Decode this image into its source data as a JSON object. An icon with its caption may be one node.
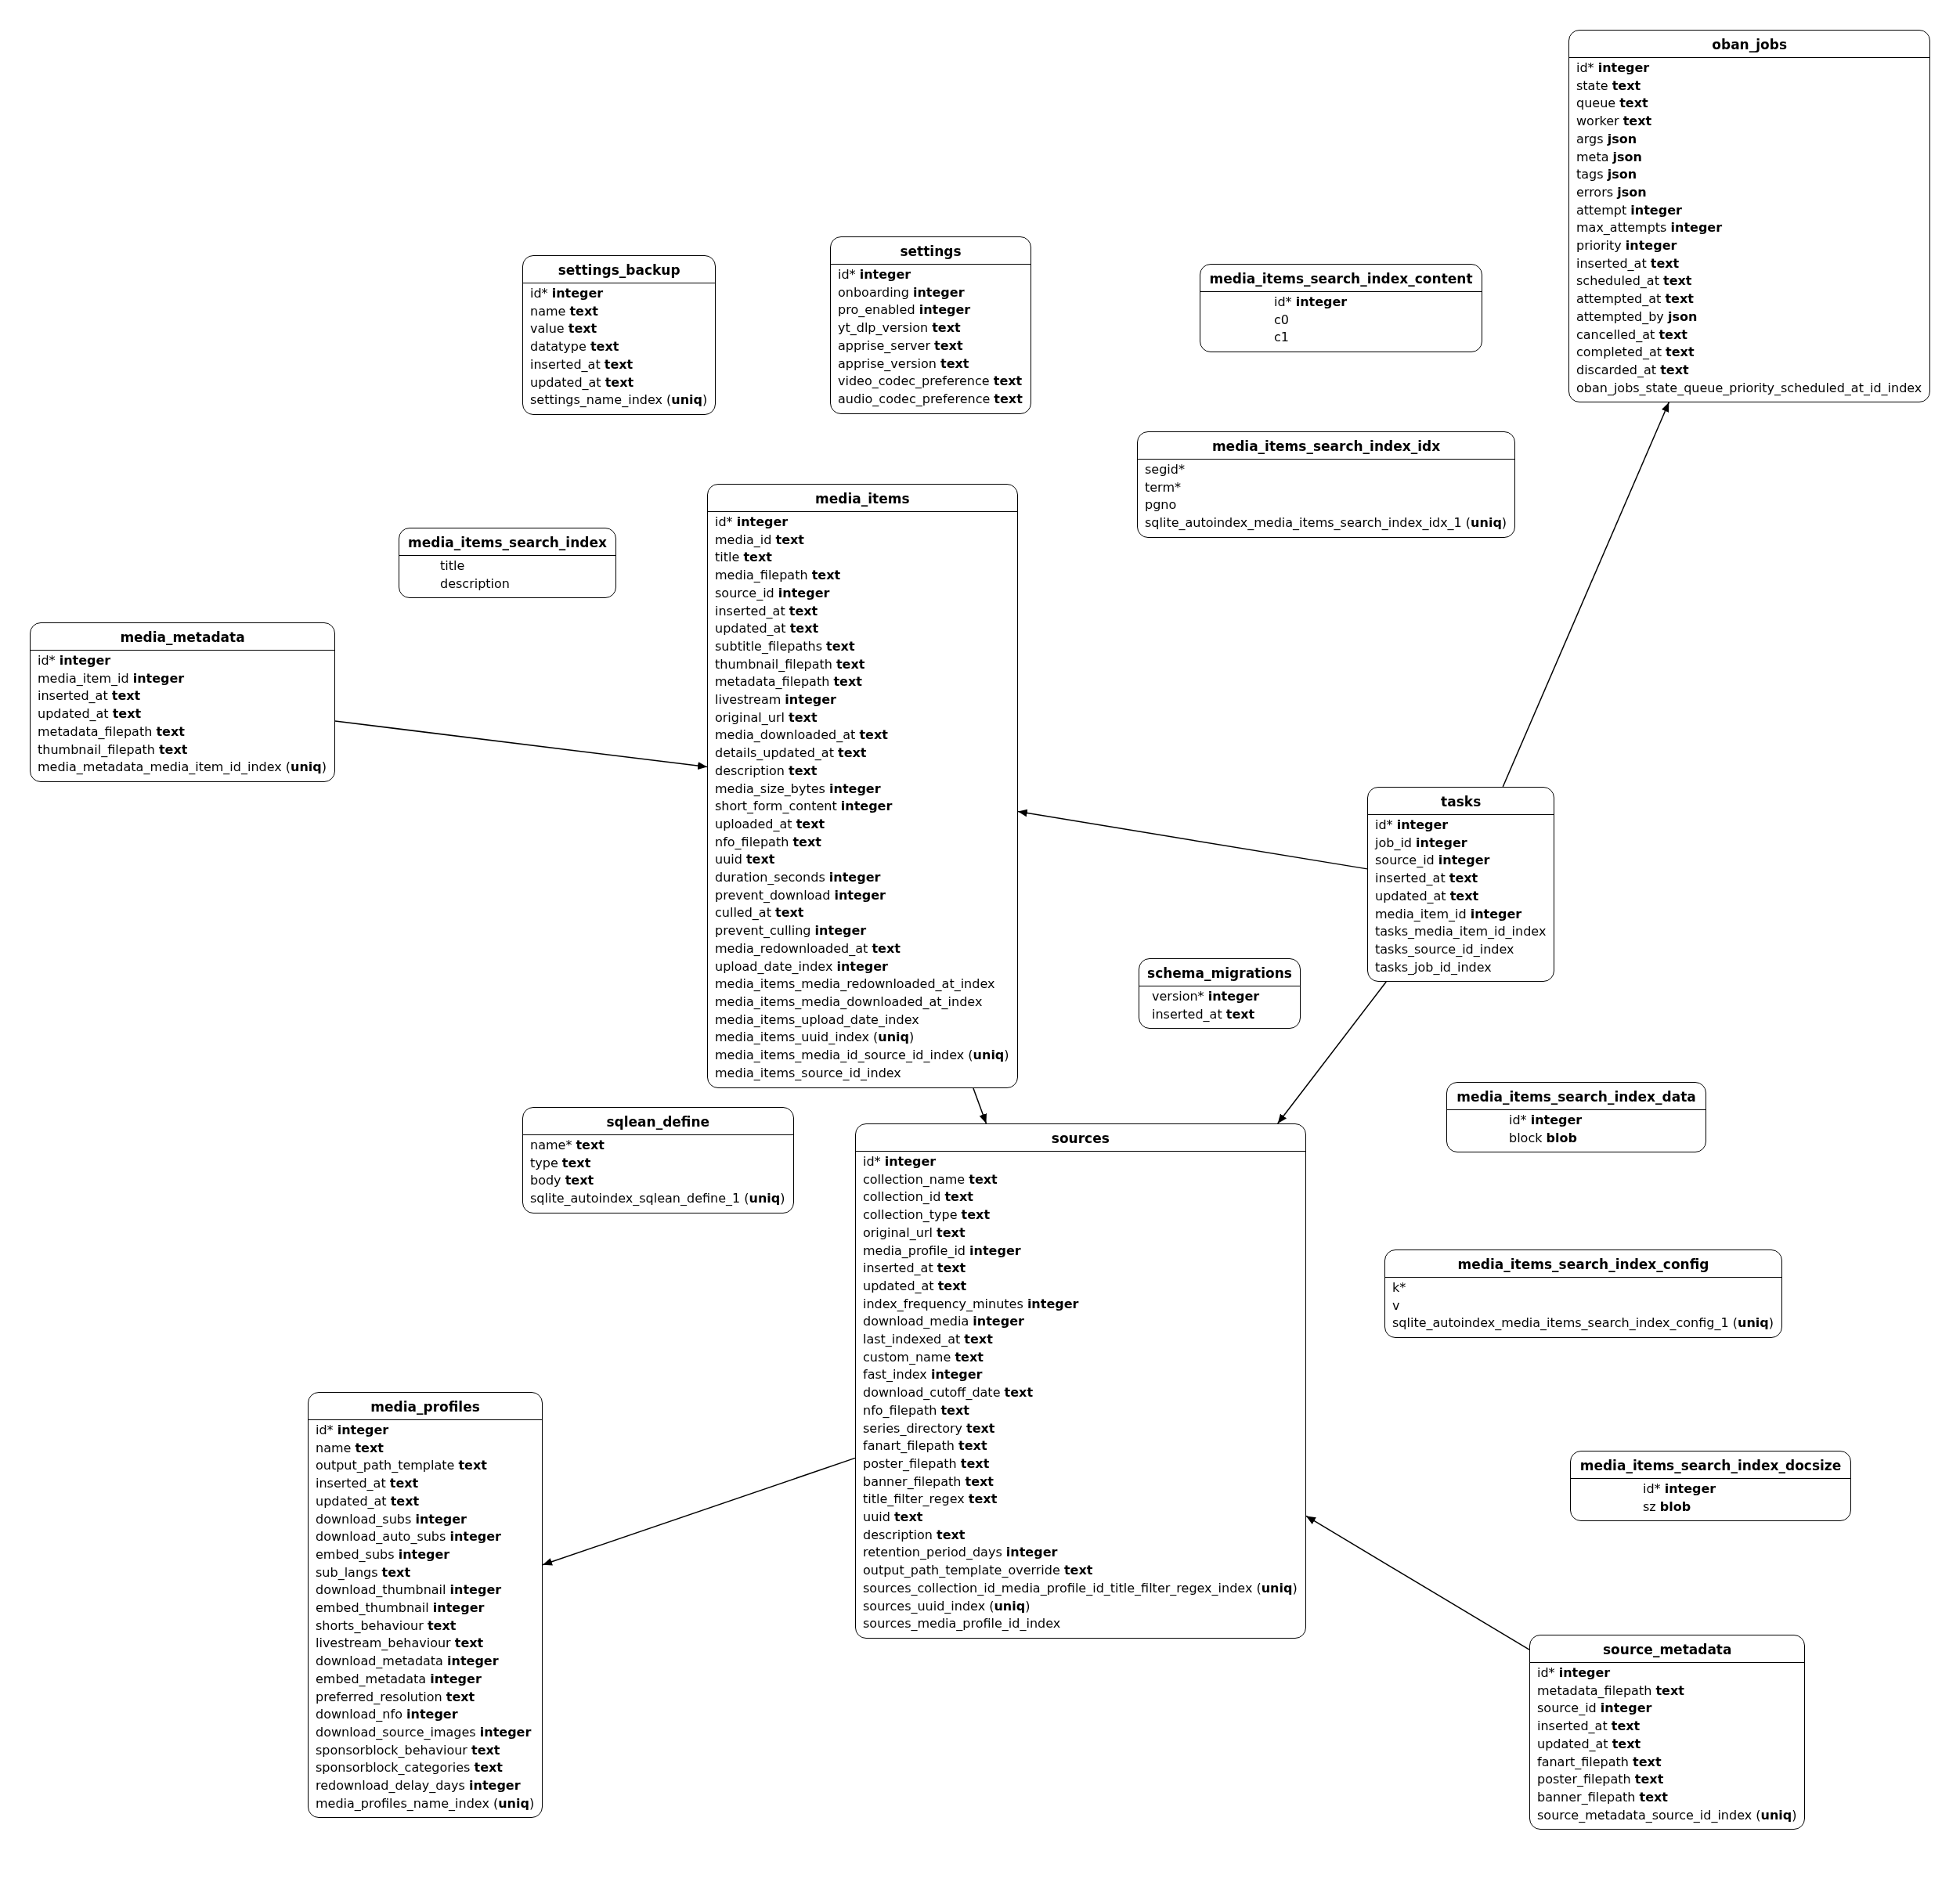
{
  "diagram": {
    "nodes": [
      {
        "text": [
          "oban_jobs",
          "id* **integer**",
          "state **text**",
          "queue **text**",
          "worker **text**",
          "args **json**",
          "meta **json**",
          "tags **json**",
          "errors **json**",
          "attempt **integer**",
          "max_attempts **integer**",
          "priority **integer**",
          "inserted_at **text**",
          "scheduled_at **text**",
          "attempted_at **text**",
          "attempted_by **json**",
          "cancelled_at **text**",
          "completed_at **text**",
          "discarded_at **text**",
          "oban_jobs_state_queue_priority_scheduled_at_id_index"
        ]
      },
      {
        "text": [
          "settings",
          "id* **integer**",
          "onboarding **integer**",
          "pro_enabled **integer**",
          "yt_dlp_version **text**",
          "apprise_server **text**",
          "apprise_version **text**",
          "video_codec_preference **text**",
          "audio_codec_preference **text**"
        ]
      },
      {
        "text": [
          "settings_backup",
          "id* **integer**",
          "name **text**",
          "value **text**",
          "datatype **text**",
          "inserted_at **text**",
          "updated_at **text**",
          "settings_name_index (**uniq**)"
        ]
      },
      {
        "text": [
          "media_items_search_index_content",
          "id* **integer**",
          "c0",
          "c1"
        ]
      },
      {
        "text": [
          "media_items_search_index_idx",
          "segid*",
          "term*",
          "pgno",
          "sqlite_autoindex_media_items_search_index_idx_1 (**uniq**)"
        ]
      },
      {
        "text": [
          "media_items",
          "id* **integer**",
          "media_id **text**",
          "title **text**",
          "media_filepath **text**",
          "source_id **integer**",
          "inserted_at **text**",
          "updated_at **text**",
          "subtitle_filepaths **text**",
          "thumbnail_filepath **text**",
          "metadata_filepath **text**",
          "livestream **integer**",
          "original_url **text**",
          "media_downloaded_at **text**",
          "details_updated_at **text**",
          "description **text**",
          "media_size_bytes **integer**",
          "short_form_content **integer**",
          "uploaded_at **text**",
          "nfo_filepath **text**",
          "uuid **text**",
          "duration_seconds **integer**",
          "prevent_download **integer**",
          "culled_at **text**",
          "prevent_culling **integer**",
          "media_redownloaded_at **text**",
          "upload_date_index **integer**",
          "media_items_media_redownloaded_at_index",
          "media_items_media_downloaded_at_index",
          "media_items_upload_date_index",
          "media_items_uuid_index (**uniq**)",
          "media_items_media_id_source_id_index (**uniq**)",
          "media_items_source_id_index"
        ]
      },
      {
        "text": [
          "media_items_search_index",
          "title",
          "description"
        ]
      },
      {
        "text": [
          "media_metadata",
          "id* **integer**",
          "media_item_id **integer**",
          "inserted_at **text**",
          "updated_at **text**",
          "metadata_filepath **text**",
          "thumbnail_filepath **text**",
          "media_metadata_media_item_id_index (**uniq**)"
        ]
      },
      {
        "text": [
          "tasks",
          "id* **integer**",
          "job_id **integer**",
          "source_id **integer**",
          "inserted_at **text**",
          "updated_at **text**",
          "media_item_id **integer**",
          "tasks_media_item_id_index",
          "tasks_source_id_index",
          "tasks_job_id_index"
        ]
      },
      {
        "text": [
          "schema_migrations",
          "version* **integer**",
          "inserted_at **text**"
        ]
      },
      {
        "text": [
          "media_items_search_index_data",
          "id* **integer**",
          "block **blob**"
        ]
      },
      {
        "text": [
          "sqlean_define",
          "name* **text**",
          "type **text**",
          "body **text**",
          "sqlite_autoindex_sqlean_define_1 (**uniq**)"
        ]
      },
      {
        "text": [
          "sources",
          "id* **integer**",
          "collection_name **text**",
          "collection_id **text**",
          "collection_type **text**",
          "original_url **text**",
          "media_profile_id **integer**",
          "inserted_at **text**",
          "updated_at **text**",
          "index_frequency_minutes **integer**",
          "download_media **integer**",
          "last_indexed_at **text**",
          "custom_name **text**",
          "fast_index **integer**",
          "download_cutoff_date **text**",
          "nfo_filepath **text**",
          "series_directory **text**",
          "fanart_filepath **text**",
          "poster_filepath **text**",
          "banner_filepath **text**",
          "title_filter_regex **text**",
          "uuid **text**",
          "description **text**",
          "retention_period_days **integer**",
          "output_path_template_override **text**",
          "sources_collection_id_media_profile_id_title_filter_regex_index (**uniq**)",
          "sources_uuid_index (**uniq**)",
          "sources_media_profile_id_index"
        ]
      },
      {
        "text": [
          "media_items_search_index_config",
          "k*",
          "v",
          "sqlite_autoindex_media_items_search_index_config_1 (**uniq**)"
        ]
      },
      {
        "text": [
          "media_profiles",
          "id* **integer**",
          "name **text**",
          "output_path_template **text**",
          "inserted_at **text**",
          "updated_at **text**",
          "download_subs **integer**",
          "download_auto_subs **integer**",
          "embed_subs **integer**",
          "sub_langs **text**",
          "download_thumbnail **integer**",
          "embed_thumbnail **integer**",
          "shorts_behaviour **text**",
          "livestream_behaviour **text**",
          "download_metadata **integer**",
          "embed_metadata **integer**",
          "preferred_resolution **text**",
          "download_nfo **integer**",
          "download_source_images **integer**",
          "sponsorblock_behaviour **text**",
          "sponsorblock_categories **text**",
          "redownload_delay_days **integer**",
          "media_profiles_name_index (**uniq**)"
        ]
      },
      {
        "text": [
          "media_items_search_index_docsize",
          "id* **integer**",
          "sz **blob**"
        ]
      },
      {
        "text": [
          "source_metadata",
          "id* **integer**",
          "metadata_filepath **text**",
          "source_id **integer**",
          "inserted_at **text**",
          "updated_at **text**",
          "fanart_filepath **text**",
          "poster_filepath **text**",
          "banner_filepath **text**",
          "source_metadata_source_id_index (**uniq**)"
        ]
      }
    ],
    "edges": [
      {
        "from": 7,
        "to": 5,
        "arrow": "to"
      },
      {
        "from": 8,
        "to": 5,
        "arrow": "to"
      },
      {
        "from": 8,
        "to": 0,
        "arrow": "to"
      },
      {
        "from": 8,
        "to": 12,
        "arrow": "to"
      },
      {
        "from": 5,
        "to": 12,
        "arrow": "to"
      },
      {
        "from": 12,
        "to": 14,
        "arrow": "to"
      },
      {
        "from": 16,
        "to": 12,
        "arrow": "to"
      }
    ]
  }
}
